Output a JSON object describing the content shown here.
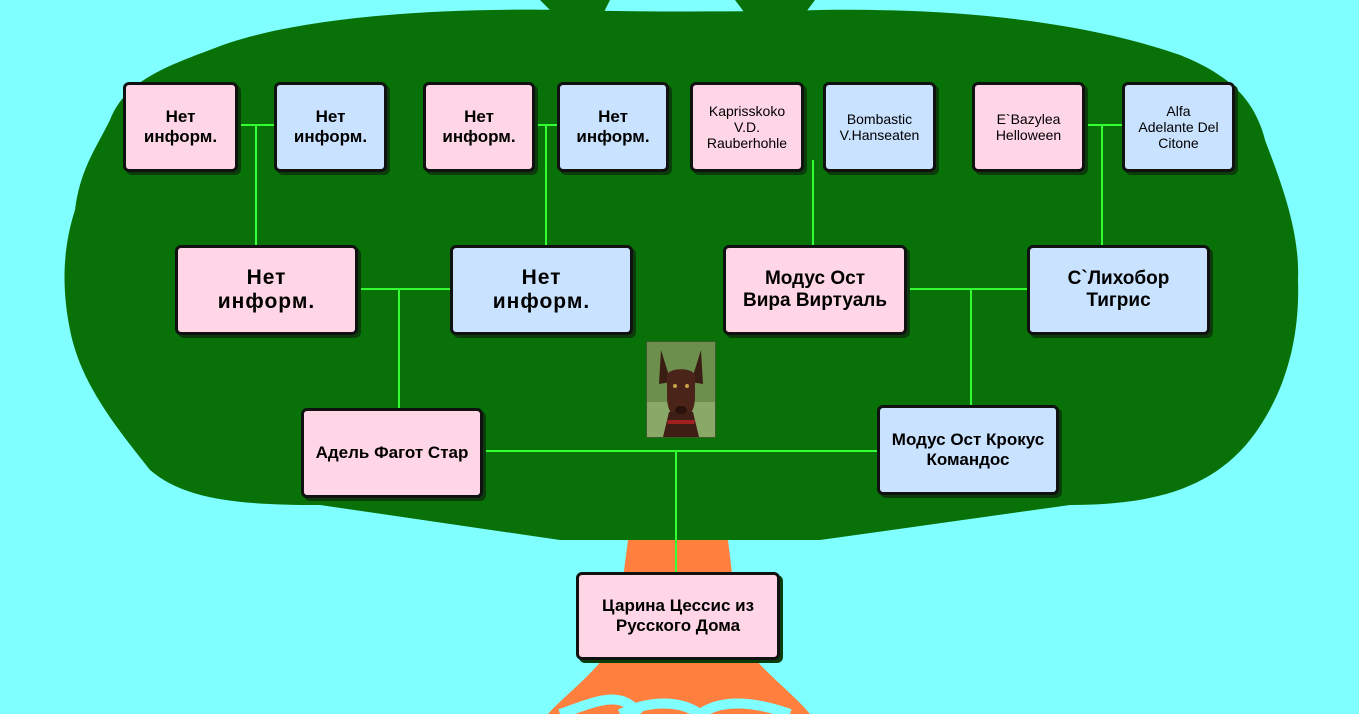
{
  "colors": {
    "sky": "#7fffff",
    "crown": "#087208",
    "trunk": "#ff7f3f",
    "connector": "#33ff33",
    "female_box": "#ffd6e6",
    "male_box": "#c9e2ff"
  },
  "root": {
    "name": "Царина Цессис из\nРусского Дома"
  },
  "parents": {
    "dam": {
      "name": "Адель Фагот Стар"
    },
    "sire": {
      "name": "Модус Ост Крокус\nКомандос"
    }
  },
  "grandparents": {
    "dam_dam": {
      "name": "Нет\nинформ."
    },
    "dam_sire": {
      "name": "Нет\nинформ."
    },
    "sire_dam": {
      "name": "Модус Ост\nВира Виртуаль"
    },
    "sire_sire": {
      "name": "С`Лихобор\nТигрис"
    }
  },
  "great_grandparents": {
    "ggp1": {
      "name": "Нет\nинформ."
    },
    "ggp2": {
      "name": "Нет\nинформ."
    },
    "ggp3": {
      "name": "Нет\nинформ."
    },
    "ggp4": {
      "name": "Нет\nинформ."
    },
    "ggp5": {
      "name": "Kaprisskoko\nV.D.\nRauberhohle"
    },
    "ggp6": {
      "name": "Bombastic\nV.Hanseaten"
    },
    "ggp7": {
      "name": "E`Bazylea\nHelloween"
    },
    "ggp8": {
      "name": "Alfa\nAdelante Del\nCitone"
    }
  },
  "photo": {
    "icon": "doberman-portrait"
  }
}
